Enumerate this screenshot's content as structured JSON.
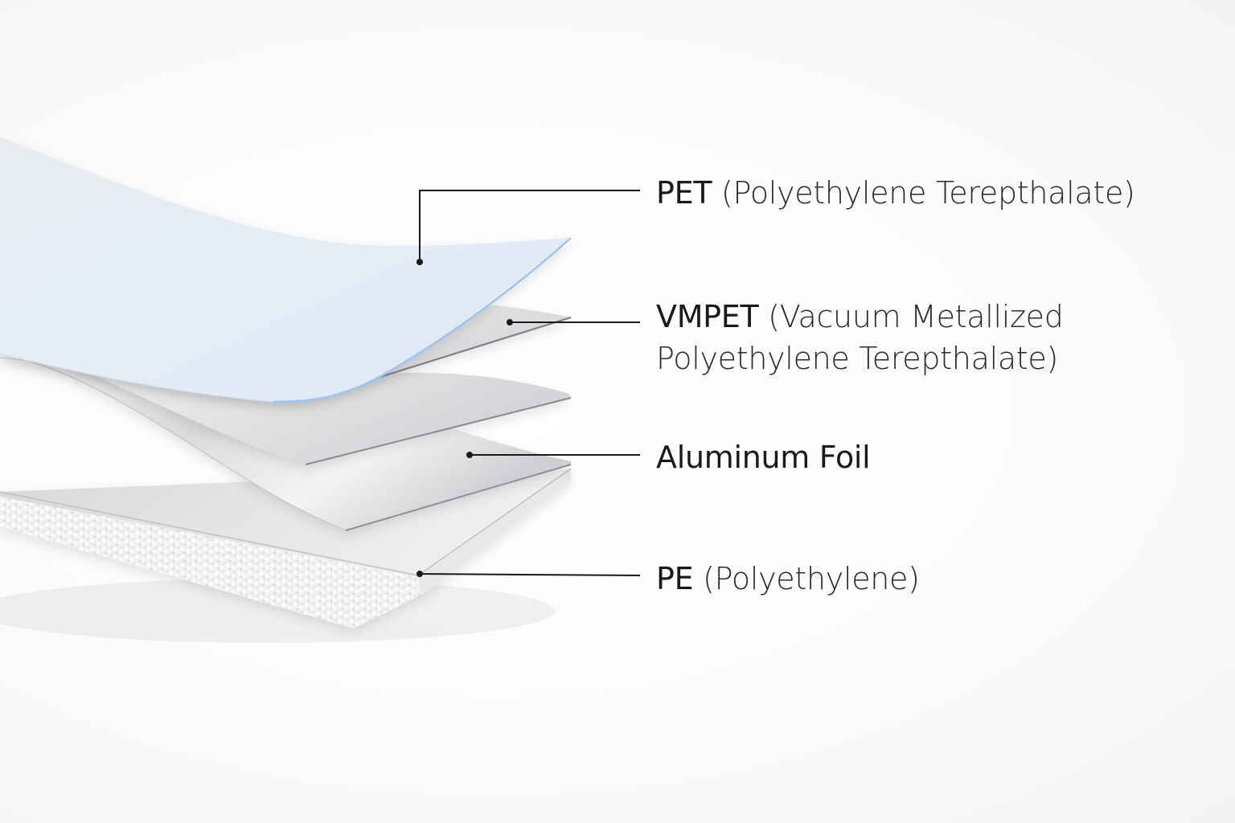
{
  "layers": [
    {
      "abbr": "PET",
      "full": "(Polyethylene Terepthalate)"
    },
    {
      "abbr": "VMPET",
      "full_line1": "(Vacuum Metallized",
      "full_line2": "Polyethylene Terepthalate)"
    },
    {
      "abbr": "Aluminum Foil"
    },
    {
      "abbr": "PE",
      "full": "(Polyethylene)"
    }
  ]
}
